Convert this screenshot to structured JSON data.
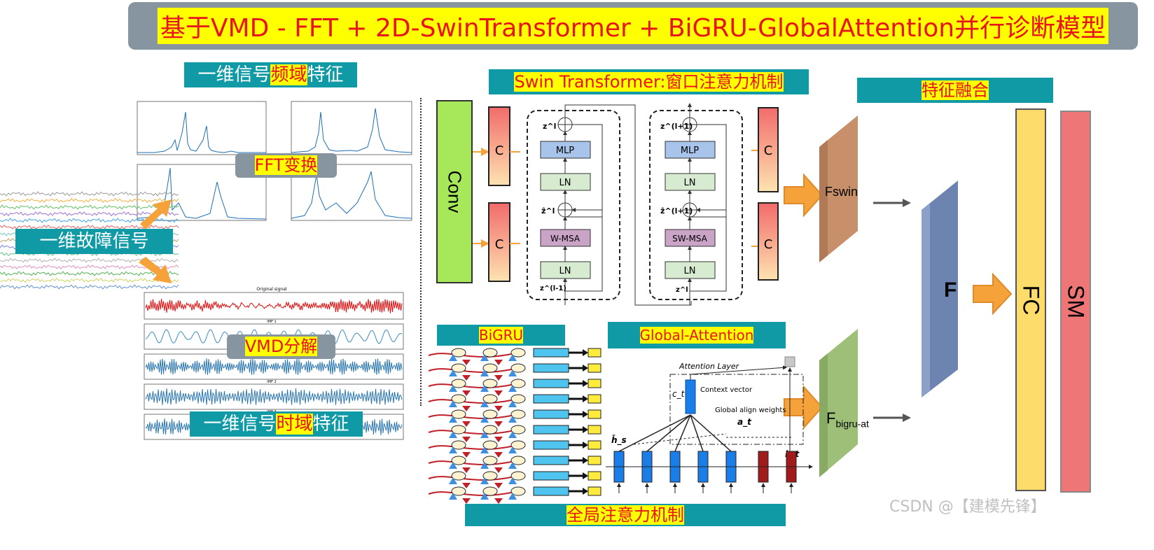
{
  "title": "基于VMD - FFT + 2D-SwinTransformer + BiGRU-GlobalAttention并行诊断模型",
  "freq_feature": {
    "prefix": "一维信号",
    "highlight": "频域",
    "suffix": "特征"
  },
  "time_feature": {
    "prefix": "一维信号",
    "highlight": "时域",
    "suffix": "特征"
  },
  "fft_label": "FFT变换",
  "vmd_label": "VMD分解",
  "fault_signal_label": "一维故障信号",
  "swin_label": "Swin Transformer:窗口注意力机制",
  "fusion_label": "特征融合",
  "bigru_label": "BiGRU",
  "global_attention_label": "Global-Attention",
  "global_attention_caption": "全局注意力机制",
  "conv_label": "Conv",
  "c_label": "C",
  "fswin_label": "Fswin",
  "fbigru_label": "F",
  "fbigru_sub": "bigru-at",
  "f_label": "F",
  "fc_label": "FC",
  "sm_label": "SM",
  "swin_block1": {
    "mlp": "MLP",
    "ln": "LN",
    "msa": "W-MSA",
    "z_top": "z^l",
    "z_mid": "ẑ^l",
    "z_in": "z^(l-1)"
  },
  "swin_block2": {
    "mlp": "MLP",
    "ln": "LN",
    "msa": "SW-MSA",
    "z_top": "z^(l+1)",
    "z_mid": "ẑ^(l+1)",
    "z_in": "z^l"
  },
  "attention": {
    "layer": "Attention Layer",
    "context": "Context vector",
    "align": "Global align weights",
    "ct": "c_t",
    "at": "a_t",
    "hs": "h̄_s",
    "ht": "h_t"
  },
  "signal_plot_title": "Original signal",
  "imf_labels": [
    "IMF 1",
    "IMF 2",
    "IMF 3"
  ],
  "watermark": "CSDN @【建模先锋】",
  "colors": {
    "teal": "#0f9aa6",
    "title_bg": "#8795a1",
    "highlight": "#ffff00",
    "red_text": "#e8141c",
    "conv": "#a6e85a",
    "fswin": "#c7906a",
    "fbigru": "#9dbf78",
    "f_block": "#6d84b0",
    "fc": "#fddc6b",
    "sm": "#ee7676",
    "arrow": "#f5a23a"
  }
}
